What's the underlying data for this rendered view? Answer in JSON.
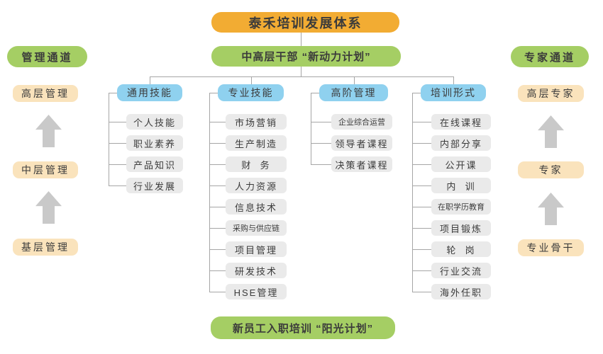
{
  "diagram": {
    "root": "泰禾培训发展体系",
    "program_top": "中高层干部 “新动力计划”",
    "program_bottom": "新员工入职培训 “阳光计划”"
  },
  "left_channel": {
    "header": "管理通道",
    "levels": [
      "高层管理",
      "中层管理",
      "基层管理"
    ]
  },
  "right_channel": {
    "header": "专家通道",
    "levels": [
      "高层专家",
      "专家",
      "专业骨干"
    ]
  },
  "columns": [
    {
      "header": "通用技能",
      "items": [
        "个人技能",
        "职业素养",
        "产品知识",
        "行业发展"
      ]
    },
    {
      "header": "专业技能",
      "items": [
        "市场营销",
        "生产制造",
        "财  务",
        "人力资源",
        "信息技术",
        "采购与供应链",
        "项目管理",
        "研发技术",
        "HSE管理"
      ]
    },
    {
      "header": "高阶管理",
      "items": [
        "企业综合运营",
        "领导者课程",
        "决策者课程"
      ]
    },
    {
      "header": "培训形式",
      "items": [
        "在线课程",
        "内部分享",
        "公开课",
        "内  训",
        "在职学历教育",
        "项目锻炼",
        "轮  岗",
        "行业交流",
        "海外任职"
      ]
    }
  ],
  "colors": {
    "orange": "#F2AC33",
    "green": "#A5CE64",
    "blue": "#8FD1EF",
    "peach": "#FAE3BC",
    "item": "#EAEAEA",
    "arrow": "#C9C9C9",
    "line": "#A6A6A6",
    "text": "#3B3B3B"
  }
}
